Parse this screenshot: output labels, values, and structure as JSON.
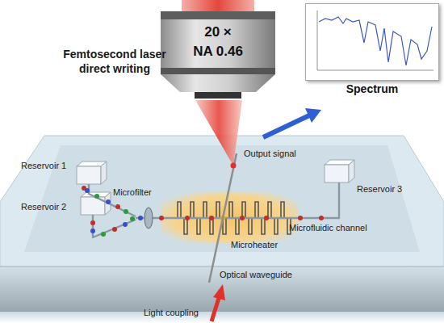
{
  "diagram": {
    "nodes": [
      {
        "text": [
          "20 ×",
          "NA 0.46"
        ]
      },
      {
        "text": [
          "Spectrum"
        ]
      }
    ],
    "labels": [
      "Femtosecond laser direct writing",
      "Output signal",
      "Reservoir 1",
      "Reservoir 2",
      "Microfilter",
      "Reservoir 3",
      "Microheater",
      "Microfluidic channel",
      "Optical waveguide",
      "Light coupling"
    ]
  }
}
